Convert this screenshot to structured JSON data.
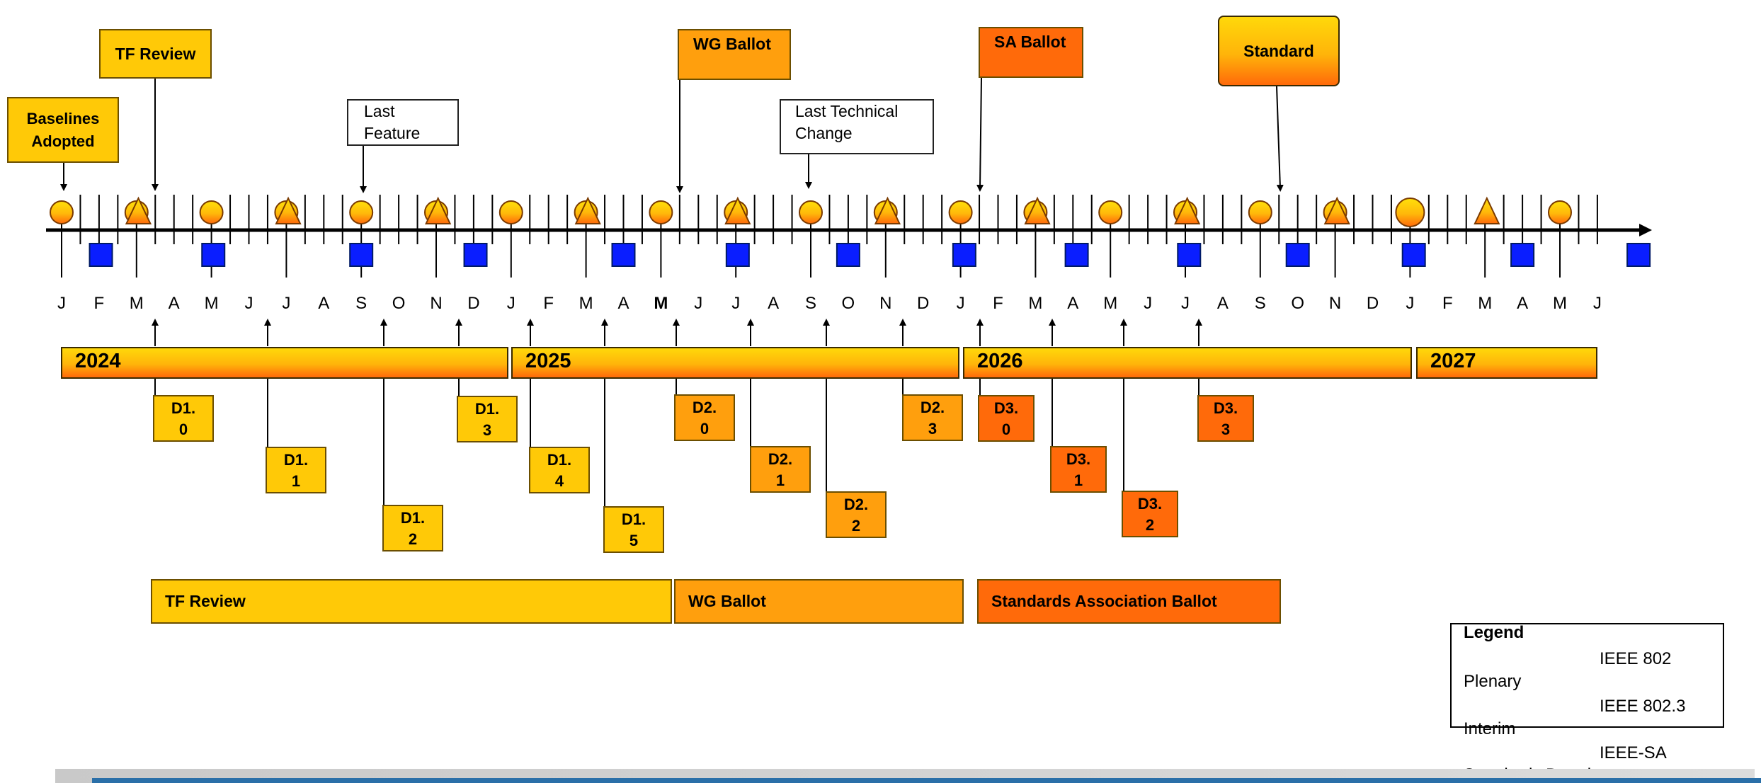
{
  "milestones": {
    "baselines": "Baselines Adopted",
    "tf_review": "TF Review",
    "last_feature": "Last Feature",
    "wg_ballot": "WG Ballot",
    "last_technical_change": "Last Technical Change",
    "sa_ballot": "SA Ballot",
    "standard": "Standard"
  },
  "months": [
    "J",
    "F",
    "M",
    "A",
    "M",
    "J",
    "J",
    "A",
    "S",
    "O",
    "N",
    "D",
    "J",
    "F",
    "M",
    "A",
    "M",
    "J",
    "J",
    "A",
    "S",
    "O",
    "N",
    "D",
    "J",
    "F",
    "M",
    "A",
    "M",
    "J",
    "J",
    "A",
    "S",
    "O",
    "N",
    "D",
    "J",
    "F",
    "M",
    "A",
    "M",
    "J"
  ],
  "years": [
    "2024",
    "2025",
    "2026",
    "2027"
  ],
  "drafts": {
    "d10": [
      "D1.",
      "0"
    ],
    "d11": [
      "D1.",
      "1"
    ],
    "d12": [
      "D1.",
      "2"
    ],
    "d13": [
      "D1.",
      "3"
    ],
    "d14": [
      "D1.",
      "4"
    ],
    "d15": [
      "D1.",
      "5"
    ],
    "d20": [
      "D2.",
      "0"
    ],
    "d21": [
      "D2.",
      "1"
    ],
    "d22": [
      "D2.",
      "2"
    ],
    "d23": [
      "D2.",
      "3"
    ],
    "d30": [
      "D3.",
      "0"
    ],
    "d31": [
      "D3.",
      "1"
    ],
    "d32": [
      "D3.",
      "2"
    ],
    "d33": [
      "D3.",
      "3"
    ]
  },
  "phases": {
    "tf_review": "TF Review",
    "wg_ballot": "WG Ballot",
    "sa_ballot": "Standards Association Ballot"
  },
  "legend": {
    "title": "Legend",
    "primary_name": "IEEE 802",
    "primary_suffix": "Plenary",
    "interim_name": "IEEE 802.3",
    "interim_suffix": "Interim",
    "board_name": "IEEE-SA",
    "board_suffix": "Standards Board"
  },
  "colors": {
    "tf_review": "#ffc907",
    "wg_ballot": "#ff9f0d",
    "sa_ballot": "#ff6a0a",
    "interim_square": "#0a1eff",
    "axis": "#000000"
  }
}
